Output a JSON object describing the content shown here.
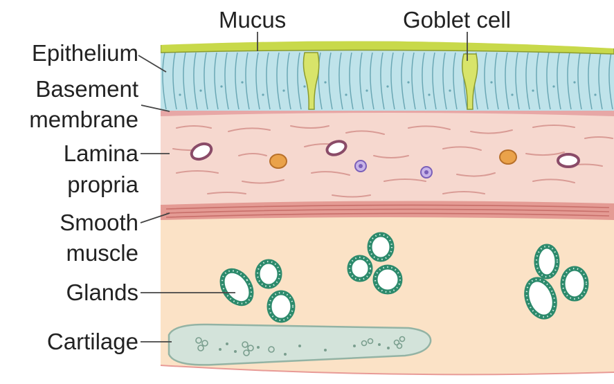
{
  "labels": {
    "mucus": "Mucus",
    "goblet_cell": "Goblet cell",
    "epithelium": "Epithelium",
    "basement_membrane_line1": "Basement",
    "basement_membrane_line2": "membrane",
    "lamina_propria_line1": "Lamina",
    "lamina_propria_line2": "propria",
    "smooth_muscle_line1": "Smooth",
    "smooth_muscle_line2": "muscle",
    "glands": "Glands",
    "cartilage": "Cartilage"
  },
  "colors": {
    "mucus": "#c8d94a",
    "epithelium": "#bfe3ea",
    "epithelium_outline": "#6aa7b4",
    "goblet_cell": "#d8e46a",
    "basement_membrane": "#e7a7a6",
    "lamina_propria": "#f6d8cf",
    "smooth_muscle": "#e49b94",
    "submucosa": "#fbe2c6",
    "gland_ring": "#2d8a6c",
    "cartilage": "#d3e3da",
    "leader_line": "#444444"
  }
}
